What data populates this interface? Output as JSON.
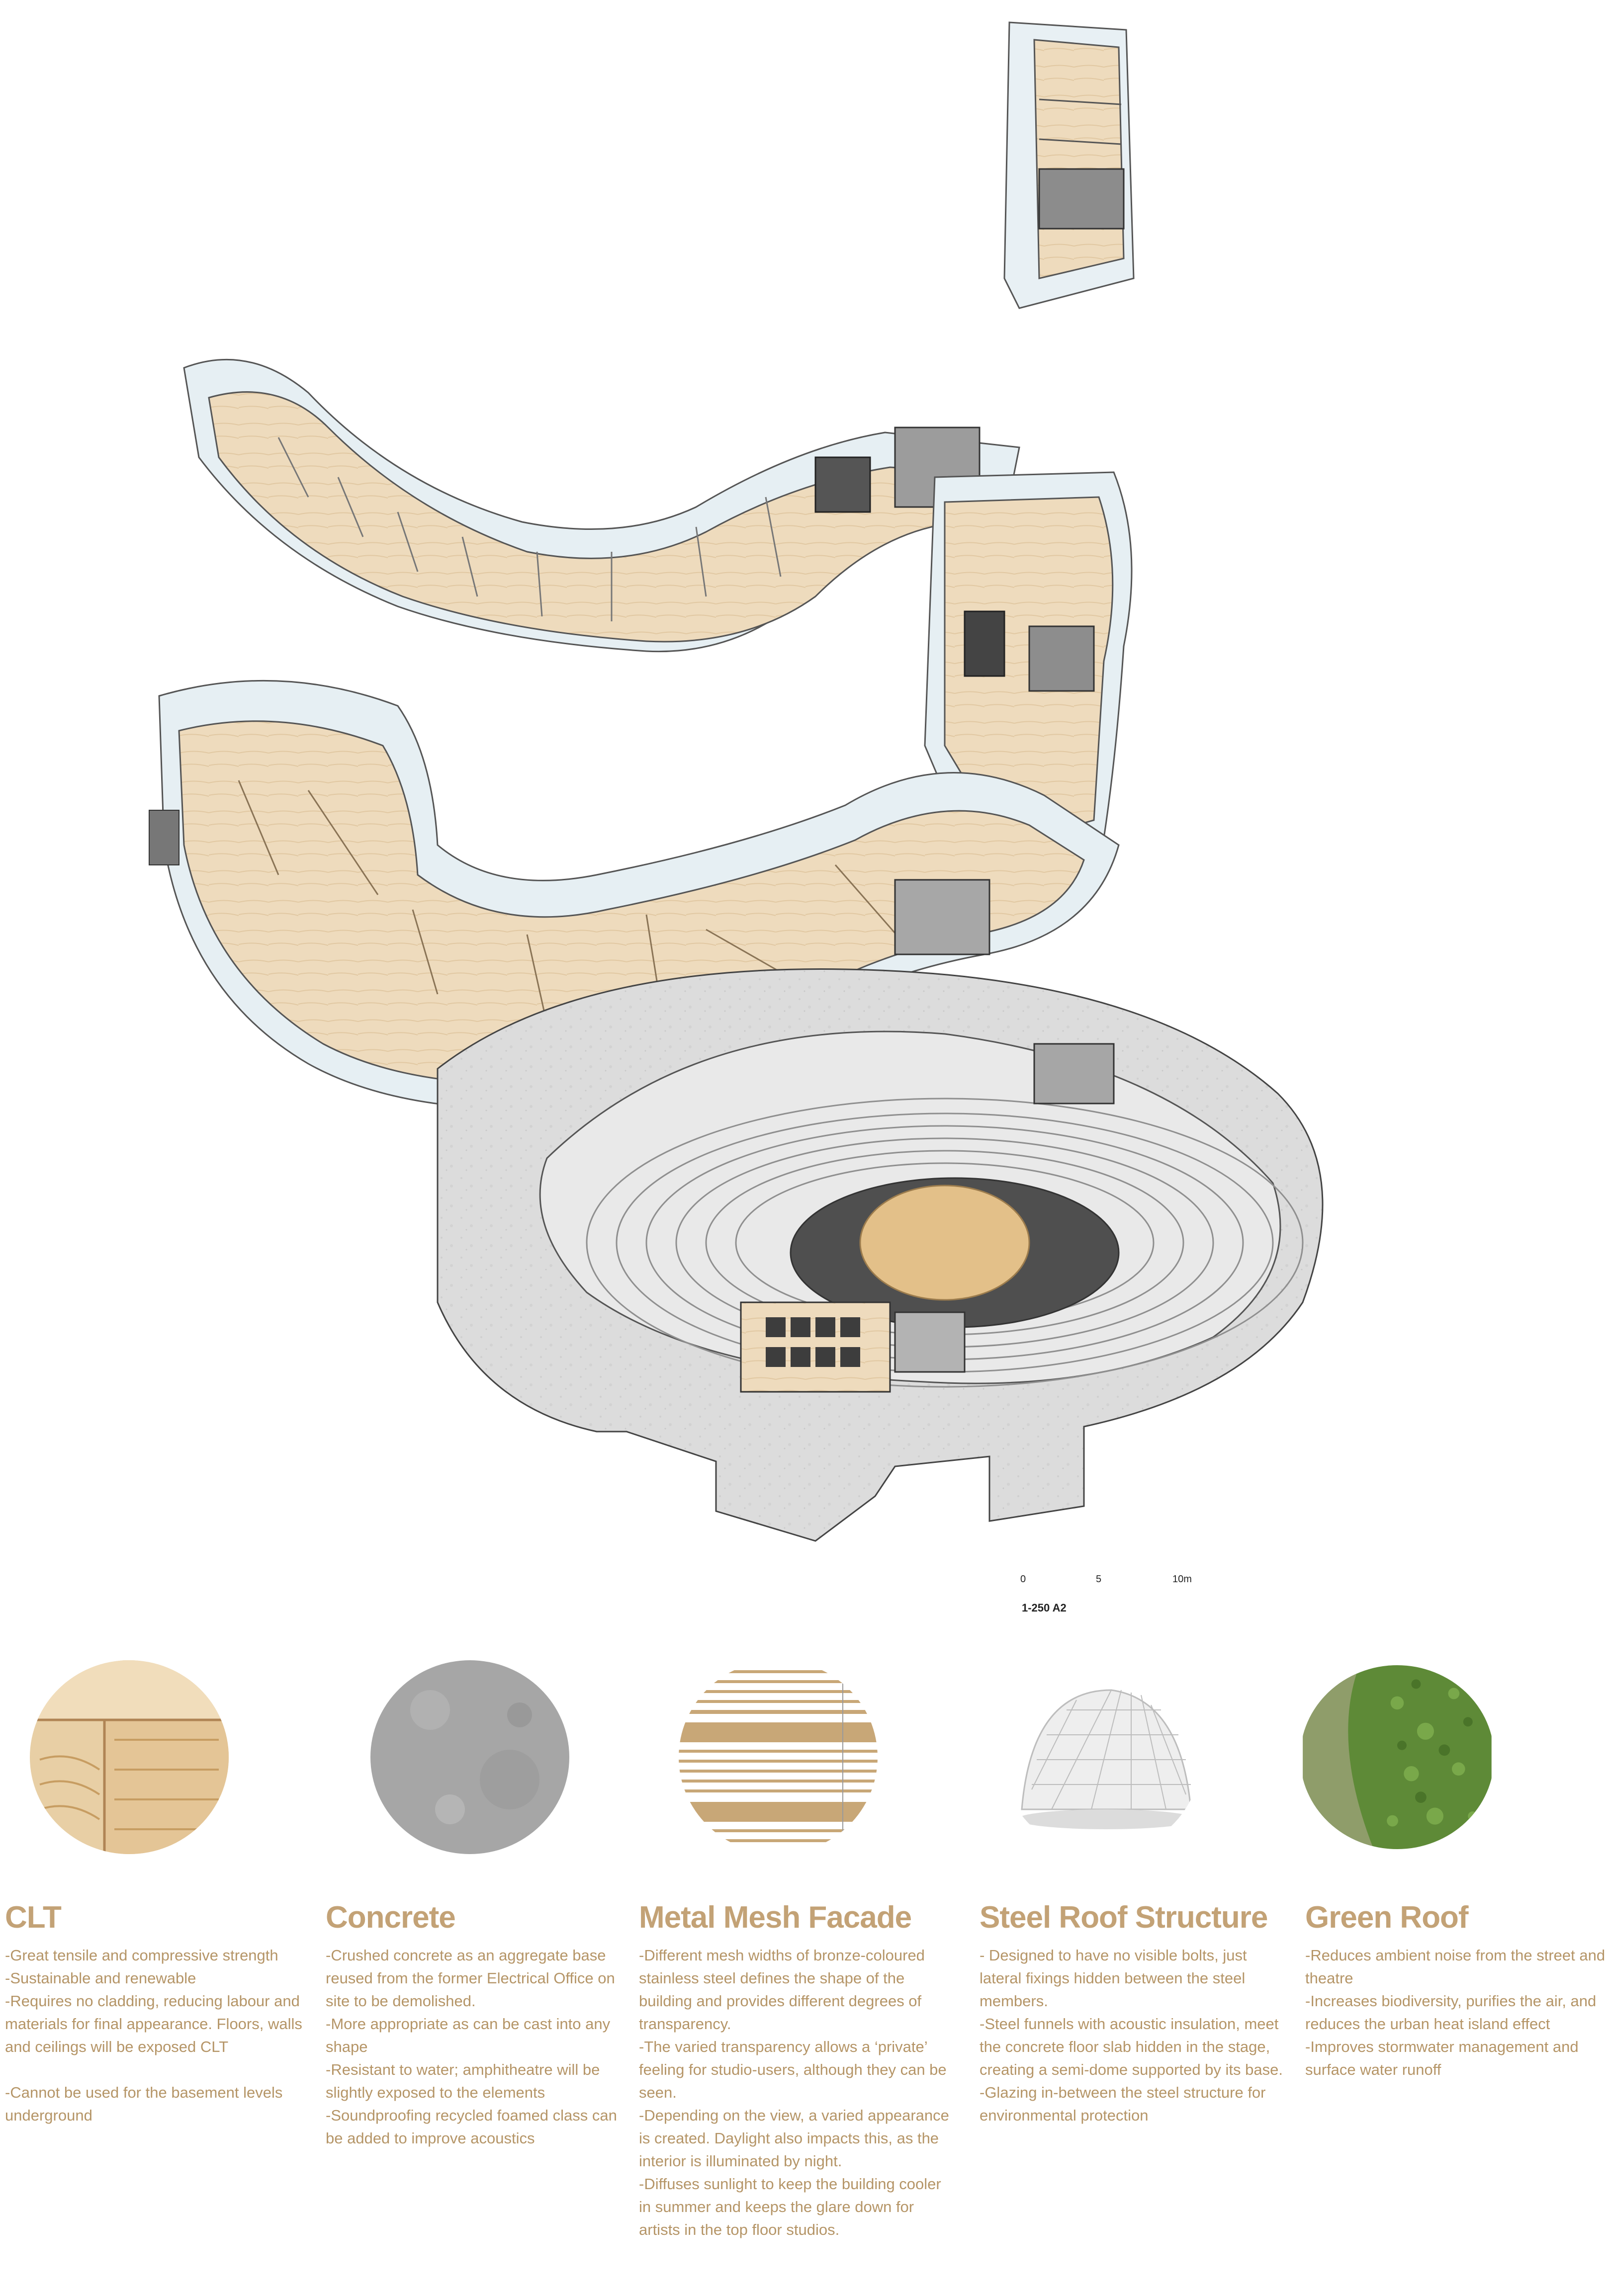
{
  "drawing": {
    "description_icon": "exploded-axonometric-icon",
    "colors": {
      "timber": "#ecd7b8",
      "timber_dark": "#d4b58e",
      "concrete": "#d9d9d9",
      "concrete_dark": "#a9a9a9",
      "stage": "#e3c089",
      "glass": "#cfe1ea",
      "line": "#4a4a4a"
    }
  },
  "scale_bar": {
    "ticks": [
      "0",
      "5",
      "10m"
    ],
    "title": "1-250 A2"
  },
  "materials": [
    {
      "title": "CLT",
      "swatch_icon": "clt-timber-swatch-icon",
      "body": "-Great tensile and compressive strength\n-Sustainable and renewable\n-Requires no cladding, reducing labour and materials for final appearance. Floors, walls and ceilings will be exposed CLT\n\n-Cannot be used for the basement levels underground"
    },
    {
      "title": "Concrete",
      "swatch_icon": "concrete-swatch-icon",
      "body": "-Crushed concrete as an aggregate base reused from the former Electrical Office on site to be demolished.\n-More appropriate as can be cast into any shape\n-Resistant to water; amphitheatre will be slightly exposed to the elements\n-Soundproofing recycled foamed class can be added to improve acoustics"
    },
    {
      "title": "Metal Mesh Facade",
      "swatch_icon": "metal-mesh-swatch-icon",
      "body": "-Different mesh widths of bronze-coloured stainless steel defines the shape of the building and provides different degrees of transparency.\n-The varied transparency allows a ‘private’ feeling for studio-users, although they can be seen.\n-Depending on the view, a varied appearance is created. Daylight also impacts this, as the interior is illuminated by night.\n-Diffuses sunlight to keep the building cooler in summer and keeps the glare down for artists in the top floor studios."
    },
    {
      "title": "Steel Roof Structure",
      "swatch_icon": "steel-roof-swatch-icon",
      "body": "- Designed to have no visible bolts, just lateral fixings hidden between the steel members.\n-Steel funnels with acoustic insulation, meet the concrete floor slab hidden in the stage, creating a semi-dome supported by its base.\n-Glazing in-between the steel structure for environmental protection"
    },
    {
      "title": "Green Roof",
      "swatch_icon": "green-roof-swatch-icon",
      "body": "-Reduces ambient noise from the street and theatre\n-Increases biodiversity, purifies the air, and reduces the urban heat island effect\n-Improves stormwater management and surface water runoff"
    }
  ]
}
